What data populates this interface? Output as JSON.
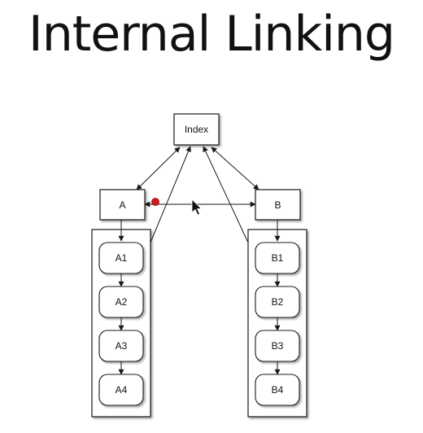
{
  "title": "Internal Linking",
  "index_label": "Index",
  "columns": [
    {
      "label": "A",
      "children": [
        "A1",
        "A2",
        "A3",
        "A4"
      ]
    },
    {
      "label": "B",
      "children": [
        "B1",
        "B2",
        "B3",
        "B4"
      ]
    }
  ],
  "colors": {
    "stroke": "#1a1a1a",
    "box_fill": "#ffffff",
    "shadow": "#bbbbbb",
    "cursor_dot": "#d11a1a"
  },
  "icons": {
    "cursor": "mouse-pointer-icon",
    "dot": "red-dot-icon"
  }
}
